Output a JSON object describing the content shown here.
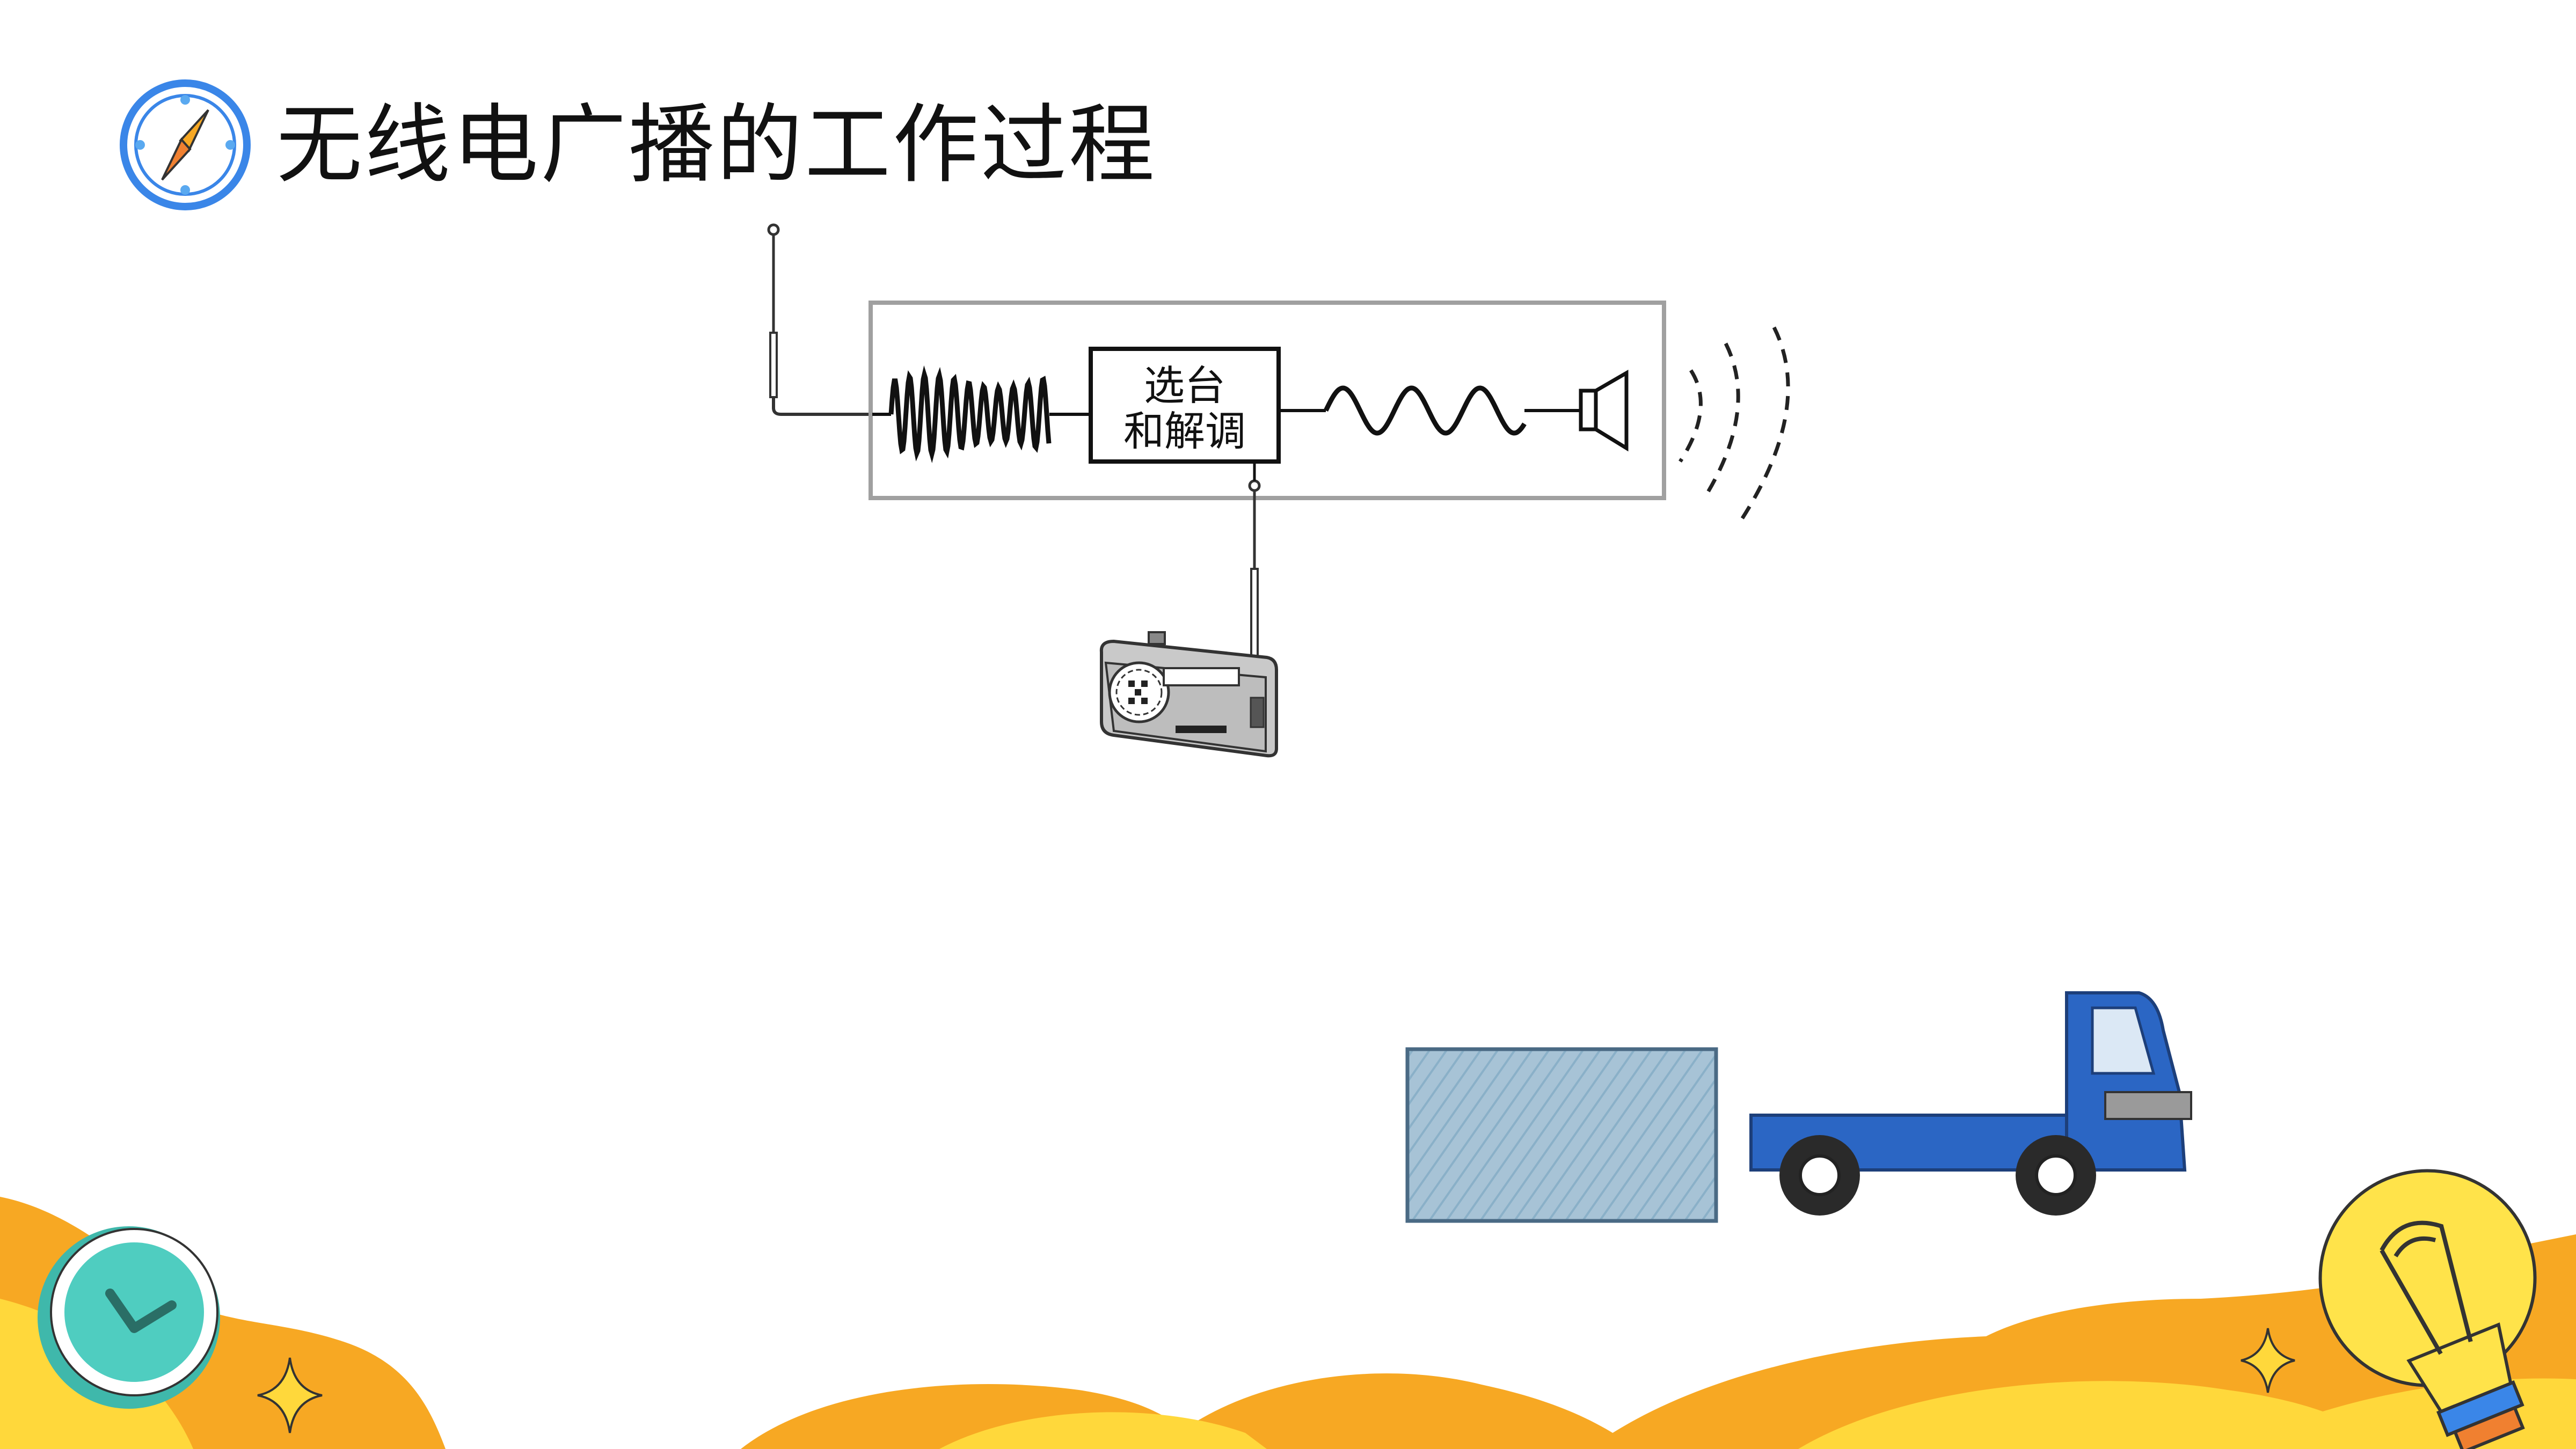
{
  "slide": {
    "title": "无线电广播的工作过程"
  },
  "diagram": {
    "tuner_label_line1": "选台",
    "tuner_label_line2": "和解调"
  },
  "colors": {
    "accent_blue": "#3a86e8",
    "footer_orange": "#f7a823",
    "footer_yellow": "#ffd83b",
    "clock_teal": "#4fcdc0",
    "truck_blue": "#2b66c4",
    "cargo_blue": "#a7c3d6"
  },
  "icons": [
    "compass-icon",
    "clock-icon",
    "lightbulb-icon",
    "sparkle-icon",
    "radio-icon",
    "speaker-icon",
    "truck-icon"
  ]
}
